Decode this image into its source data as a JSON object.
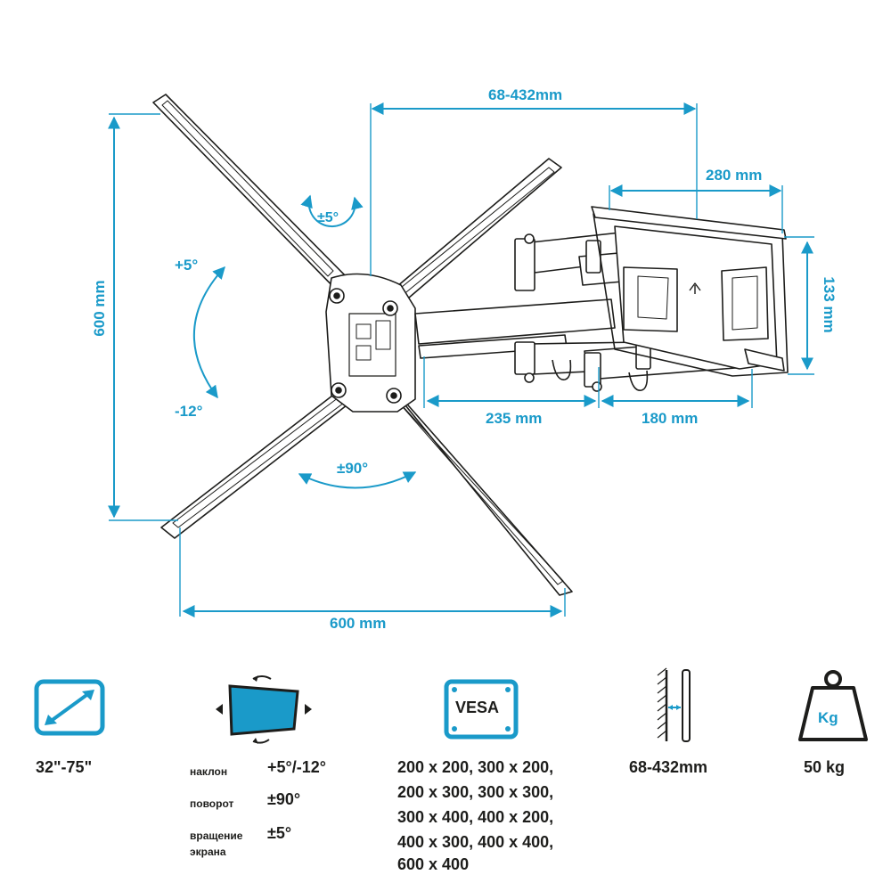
{
  "colors": {
    "accent": "#1a9ac9",
    "line": "#1d1d1b",
    "background": "#ffffff"
  },
  "dimensions": {
    "arm_extension_top": "68-432mm",
    "wall_plate_width": "280 mm",
    "wall_plate_height": "133 mm",
    "vesa_height": "600 mm",
    "vesa_width": "600 mm",
    "arm_segment_1": "235 mm",
    "arm_segment_2": "180 mm",
    "rotation_label": "±5°",
    "tilt_up": "+5°",
    "tilt_down": "-12°",
    "swivel_label": "±90°"
  },
  "specs": {
    "screen_size": {
      "icon": "diagonal-arrow-icon",
      "value": "32\"-75\""
    },
    "movement": {
      "icon": "tilt-swivel-screen-icon",
      "rows": [
        {
          "label": "наклон",
          "value": "+5°/-12°"
        },
        {
          "label": "поворот",
          "value": "±90°"
        },
        {
          "label_line1": "вращение",
          "label_line2": "экрана",
          "value": "±5°"
        }
      ]
    },
    "vesa": {
      "icon": "vesa-plate-icon",
      "icon_label": "VESA",
      "lines": [
        "200 x 200, 300 x 200,",
        "200 x 300, 300 x 300,",
        "300 x 400, 400 x 200,",
        "400 x 300, 400 x 400,",
        "600 x 400"
      ]
    },
    "distance": {
      "icon": "wall-distance-icon",
      "value": "68-432mm"
    },
    "load": {
      "icon": "weight-icon",
      "icon_label": "Kg",
      "value": "50 kg"
    }
  }
}
